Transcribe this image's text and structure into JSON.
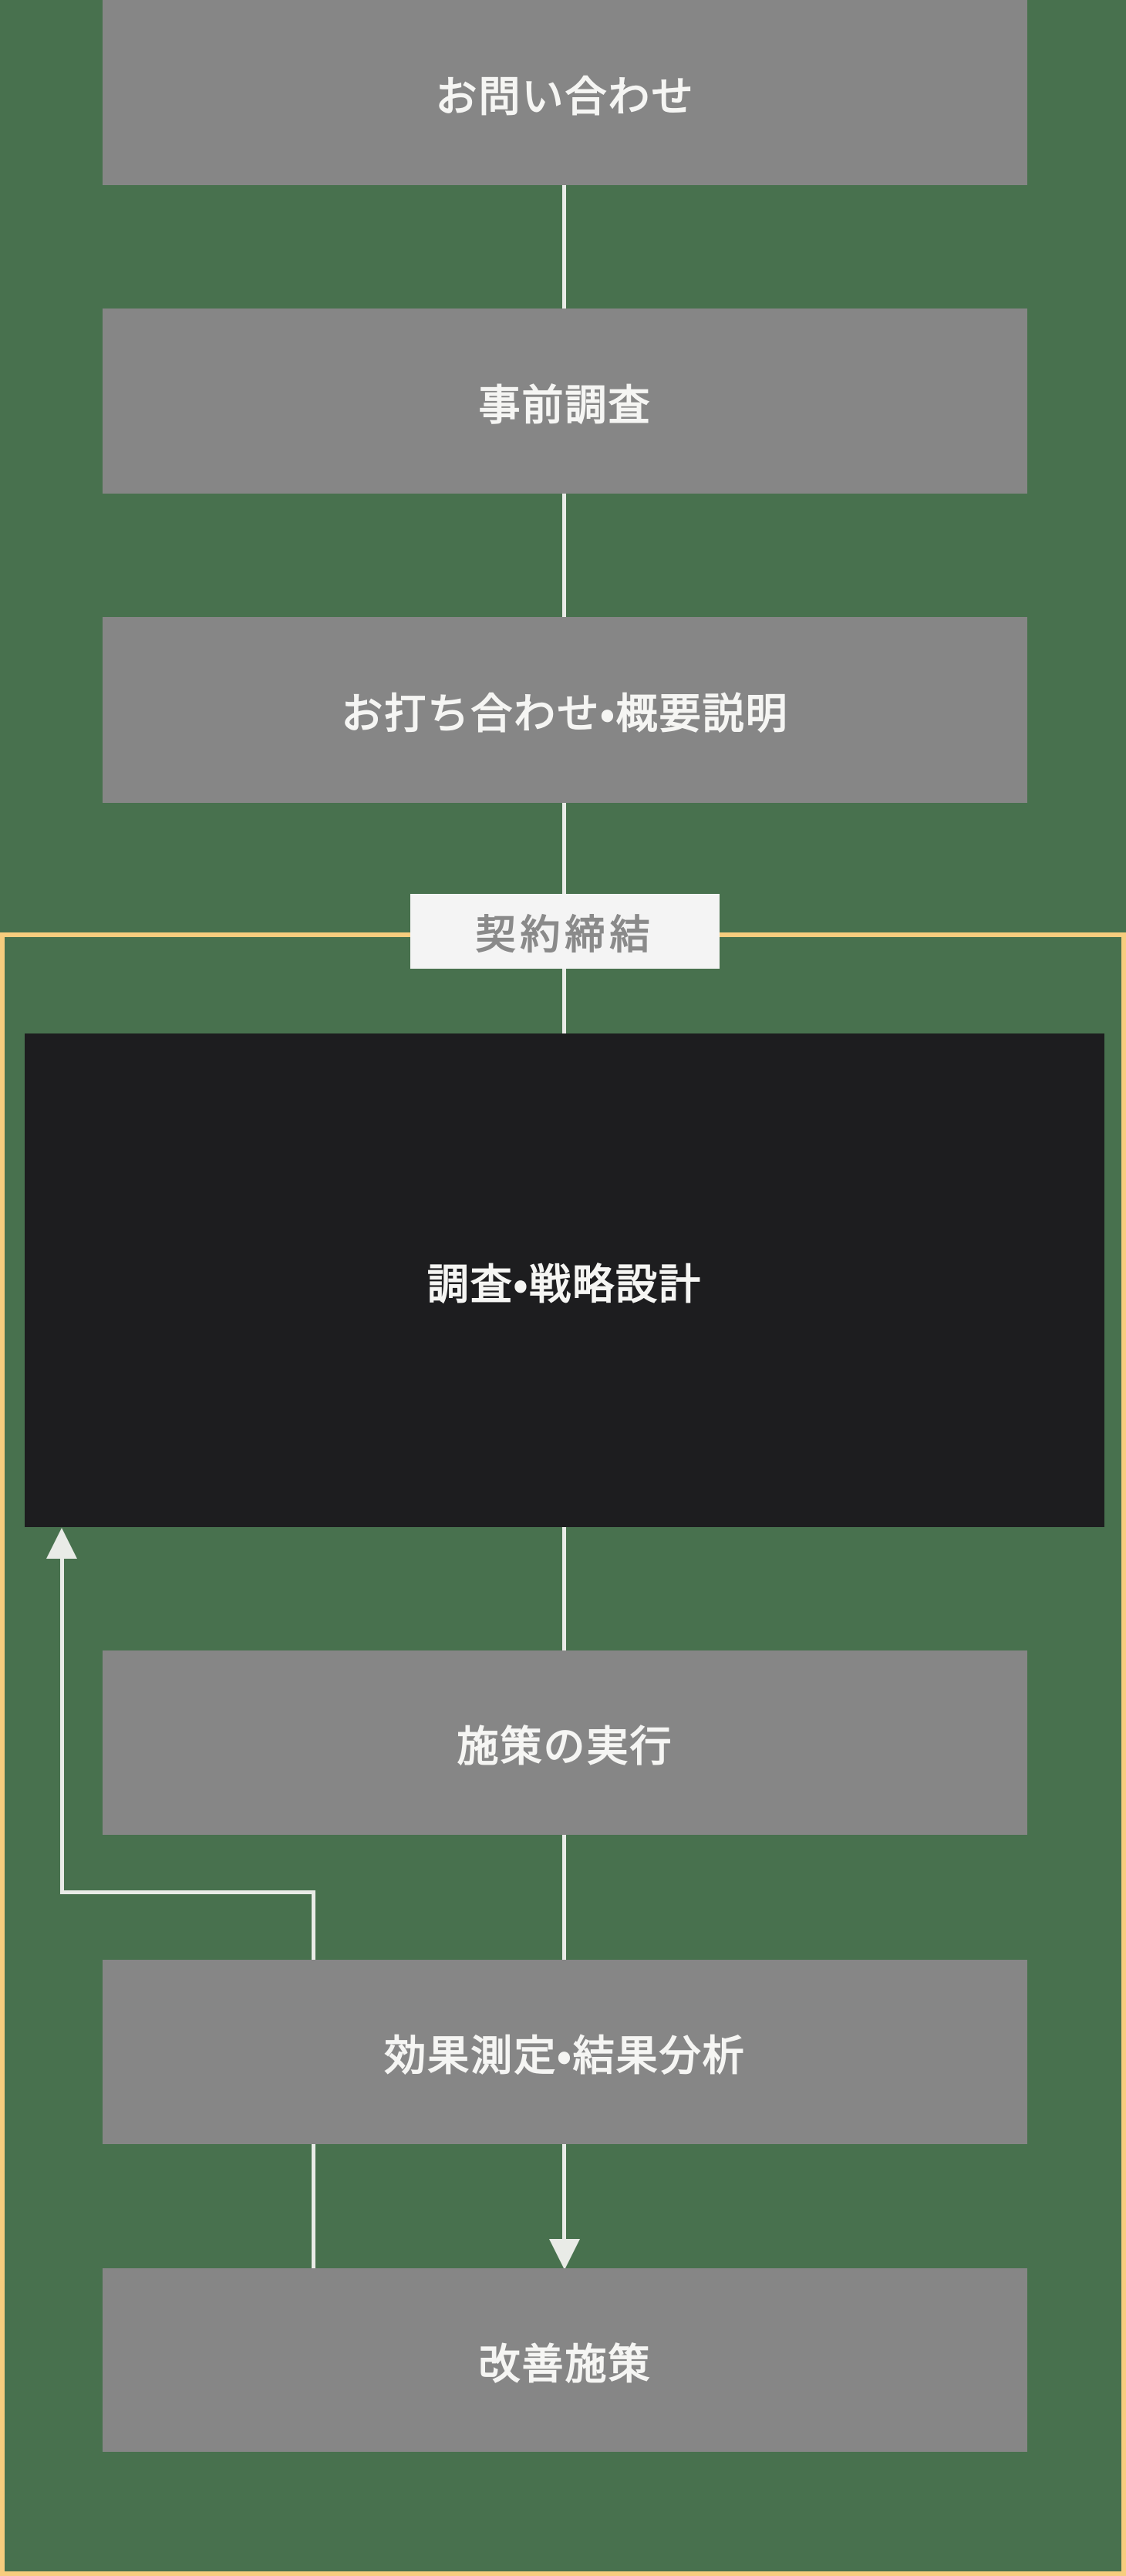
{
  "diagram": {
    "title_implicit": "process-flow",
    "steps": [
      {
        "id": "inquiry",
        "label": "お問い合わせ",
        "type": "gray"
      },
      {
        "id": "preliminary-survey",
        "label": "事前調査",
        "type": "gray"
      },
      {
        "id": "meeting-overview",
        "label": "お打ち合わせ・概要説明",
        "type": "gray"
      },
      {
        "id": "research-strategy",
        "label": "調査・戦略設計",
        "type": "black-highlight"
      },
      {
        "id": "execute-measures",
        "label": "施策の実行",
        "type": "gray"
      },
      {
        "id": "measure-analyze",
        "label": "効果測定・結果分析",
        "type": "gray"
      },
      {
        "id": "improvement-measures",
        "label": "改善施策",
        "type": "gray"
      }
    ],
    "milestone": {
      "label": "契約締結"
    },
    "feedback_loop": {
      "from": "improvement-measures",
      "to": "research-strategy",
      "arrowhead": "up"
    },
    "forward_arrow": {
      "from": "measure-analyze",
      "to": "improvement-measures",
      "arrowhead": "down"
    }
  },
  "colors": {
    "background": "#48714e",
    "step_box": "#868686",
    "highlight_box": "#1d1d1f",
    "frame_border": "#f7cd7e",
    "milestone_bg": "#f4f4f4",
    "milestone_text": "#8a8a8a",
    "connector": "#e9ebe7",
    "step_text": "#f5f5f3"
  }
}
